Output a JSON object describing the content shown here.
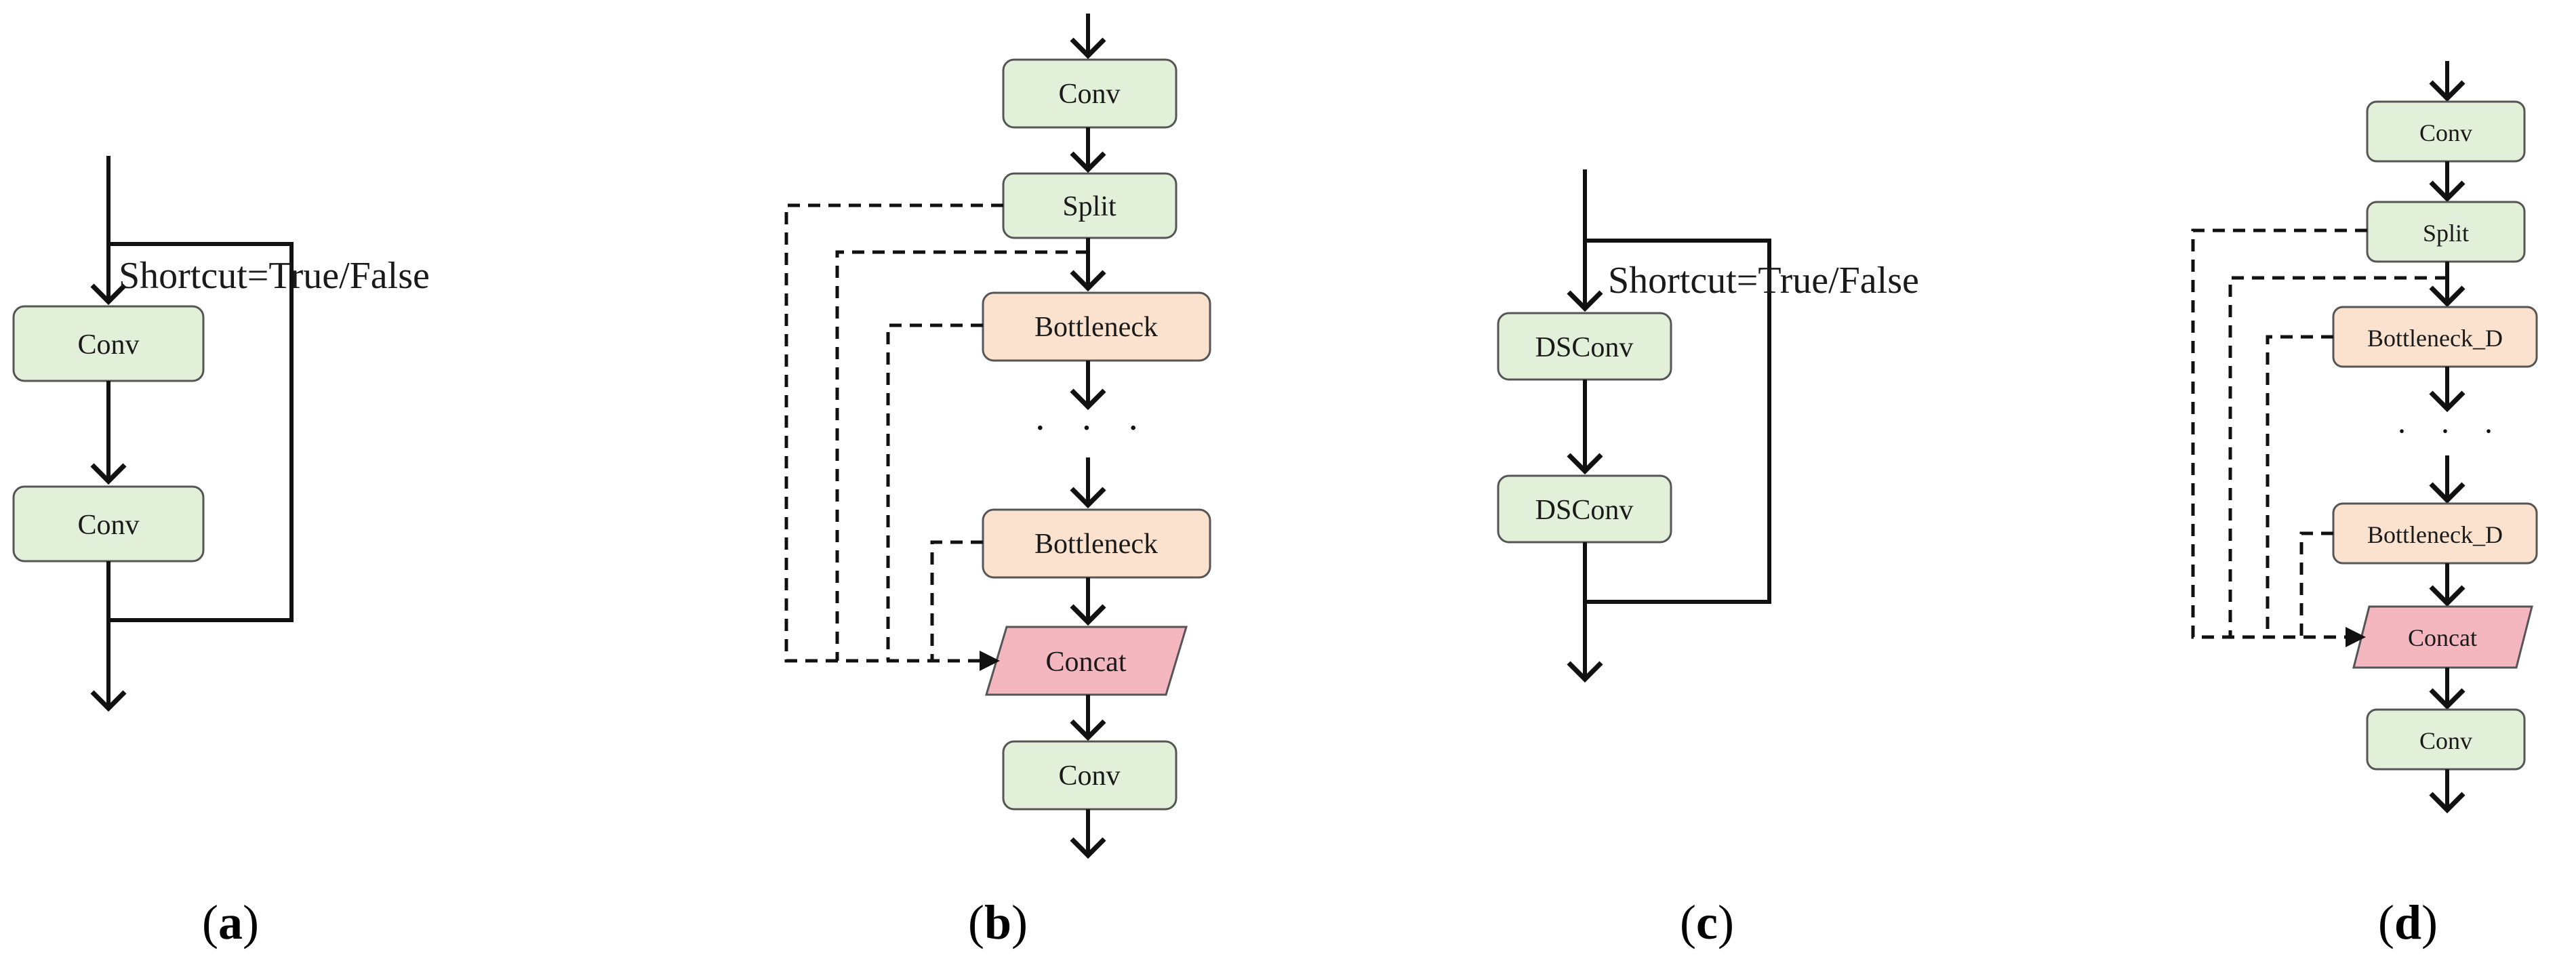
{
  "colors": {
    "conv": "#e3f0d9",
    "bottleneck": "#fbe2cf",
    "concat": "#f4b6bf"
  },
  "panel_a": {
    "shortcut_label": "Shortcut=True/False",
    "conv1": "Conv",
    "conv2": "Conv",
    "caption_open": "(",
    "caption_letter": "a",
    "caption_close": ")"
  },
  "panel_b": {
    "conv_top": "Conv",
    "split": "Split",
    "bottleneck1": "Bottleneck",
    "ellipsis": "· · ·",
    "bottleneck2": "Bottleneck",
    "concat": "Concat",
    "conv_bottom": "Conv",
    "caption_open": "(",
    "caption_letter": "b",
    "caption_close": ")"
  },
  "panel_c": {
    "shortcut_label": "Shortcut=True/False",
    "dsconv1": "DSConv",
    "dsconv2": "DSConv",
    "caption_open": "(",
    "caption_letter": "c",
    "caption_close": ")"
  },
  "panel_d": {
    "conv_top": "Conv",
    "split": "Split",
    "bottleneck1": "Bottleneck_D",
    "ellipsis": "· · ·",
    "bottleneck2": "Bottleneck_D",
    "concat": "Concat",
    "conv_bottom": "Conv",
    "caption_open": "(",
    "caption_letter": "d",
    "caption_close": ")"
  }
}
